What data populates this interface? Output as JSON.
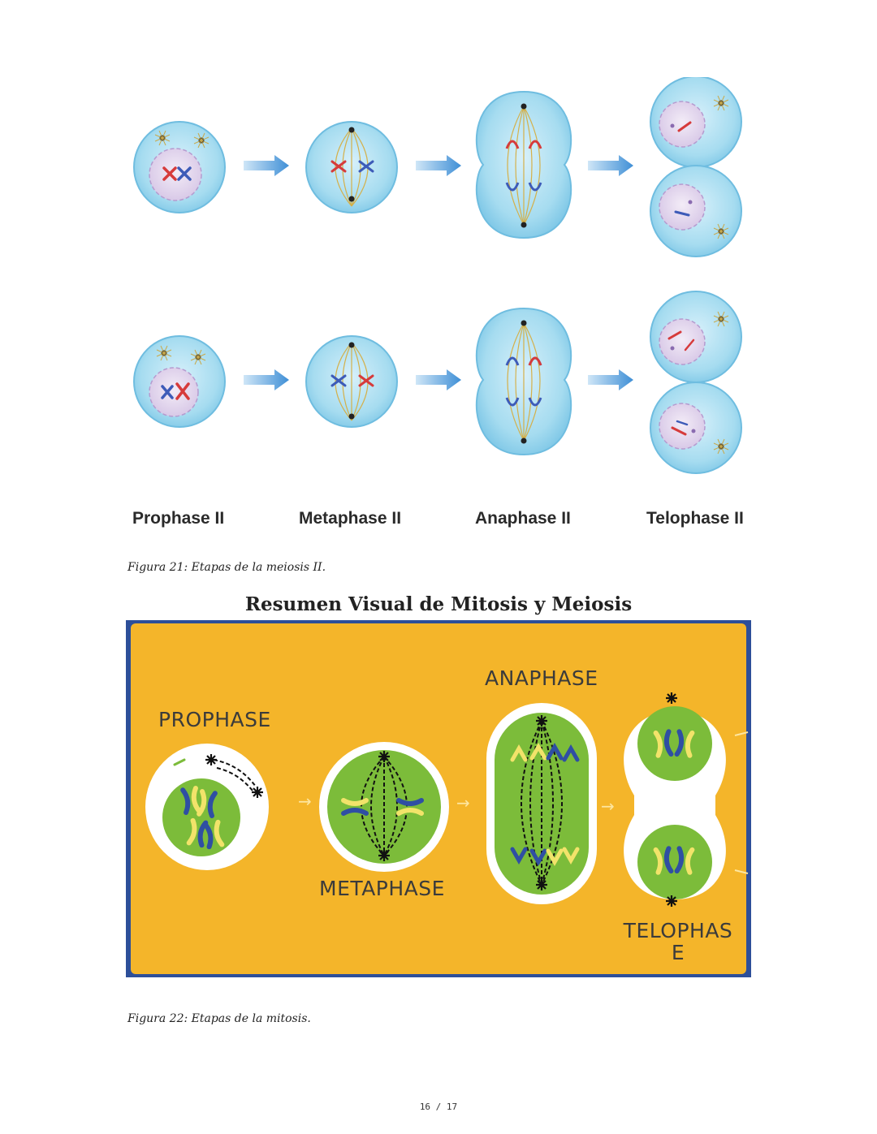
{
  "figure21": {
    "stages": [
      "Prophase II",
      "Metaphase II",
      "Anaphase II",
      "Telophase II"
    ],
    "caption": "Figura 21: Etapas de la meiosis II."
  },
  "section_title": "Resumen Visual de Mitosis y Meiosis",
  "figure22": {
    "labels": {
      "prophase": "PROPHASE",
      "metaphase": "METAPHASE",
      "anaphase": "ANAPHASE",
      "telophase_line1": "TELOPHAS",
      "telophase_line2": "E"
    },
    "caption": "Figura 22: Etapas de la mitosis."
  },
  "page_number": "16 / 17",
  "colors": {
    "cell_blue": "#8fd0ea",
    "arrow_blue": "#3f8fd6",
    "nucleus_lilac": "#ddd0ea",
    "chromo_red": "#d63b3b",
    "chromo_blue": "#3d5bb8",
    "panel_orange": "#f4b52a",
    "panel_border": "#2d4f99",
    "cell_green": "#7cbc3a",
    "chromo_yellow": "#f2e36a",
    "chromo_darkblue": "#2f4fa3"
  }
}
